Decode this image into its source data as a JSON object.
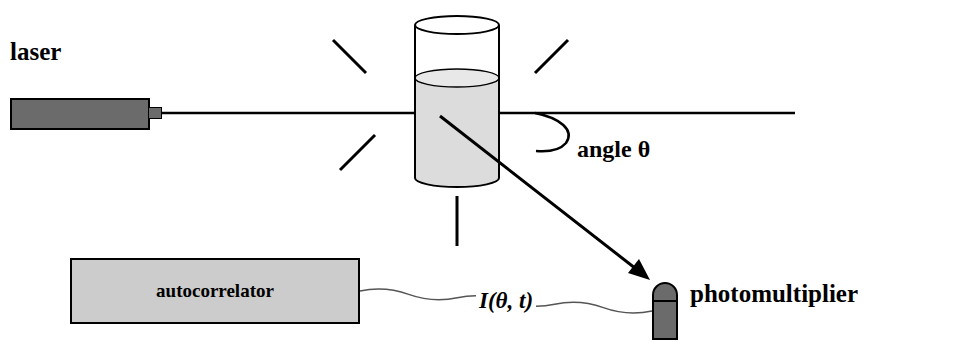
{
  "diagram": {
    "nodes": [
      {
        "text": [
          "laser"
        ]
      },
      {
        "text": [
          "photomultiplier"
        ]
      },
      {
        "text": [
          "autocorrelator"
        ]
      }
    ],
    "edges": [
      {
        "from": 2,
        "to": 1,
        "label": "I(θ, t)",
        "arrow": "none"
      }
    ],
    "labels": [
      "angle θ"
    ]
  }
}
